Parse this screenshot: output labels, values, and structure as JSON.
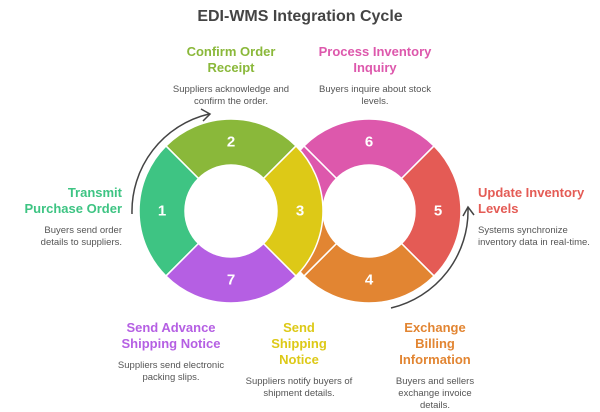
{
  "title": "EDI-WMS Integration Cycle",
  "colors": {
    "step1": "#3EC483",
    "step2": "#93BE3A",
    "step3": "#DDC917",
    "step4": "#E28532",
    "step5": "#E45B55",
    "step6": "#DD58AC",
    "step7": "#B55FE3"
  },
  "steps": [
    {
      "number": "1",
      "title": "Transmit Purchase Order",
      "description": "Buyers send order details to suppliers.",
      "color": "#3EC483"
    },
    {
      "number": "2",
      "title": "Confirm Order Receipt",
      "description": "Suppliers acknowledge and confirm the order.",
      "color": "#8AB83A"
    },
    {
      "number": "3",
      "title": "Send Shipping Notice",
      "description": "Suppliers notify buyers of shipment details.",
      "color": "#DDC917"
    },
    {
      "number": "4",
      "title": "Exchange Billing Information",
      "description": "Buyers and sellers exchange invoice details.",
      "color": "#E28532"
    },
    {
      "number": "5",
      "title": "Update Inventory Levels",
      "description": "Systems synchronize inventory data in real-time.",
      "color": "#E45B55"
    },
    {
      "number": "6",
      "title": "Process Inventory Inquiry",
      "description": "Buyers inquire about stock levels.",
      "color": "#DD58AC"
    },
    {
      "number": "7",
      "title": "Send Advance Shipping Notice",
      "description": "Suppliers send electronic packing slips.",
      "color": "#B55FE3"
    }
  ]
}
